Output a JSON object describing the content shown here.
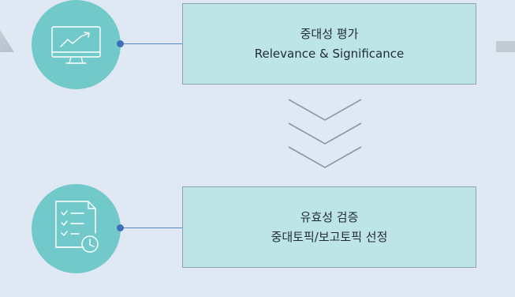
{
  "steps": [
    {
      "icon": "monitor-chart-icon",
      "line1": "중대성 평가",
      "line2": "Relevance & Significance"
    },
    {
      "icon": "checklist-clock-icon",
      "line1": "유효성 검증",
      "line2": "중대토픽/보고토픽 선정"
    }
  ],
  "colors": {
    "background": "#dfe8f3",
    "circle": "#72c9c9",
    "box_fill": "#bde4e6",
    "connector": "#5b87c2",
    "chevron": "#8a96a3"
  }
}
